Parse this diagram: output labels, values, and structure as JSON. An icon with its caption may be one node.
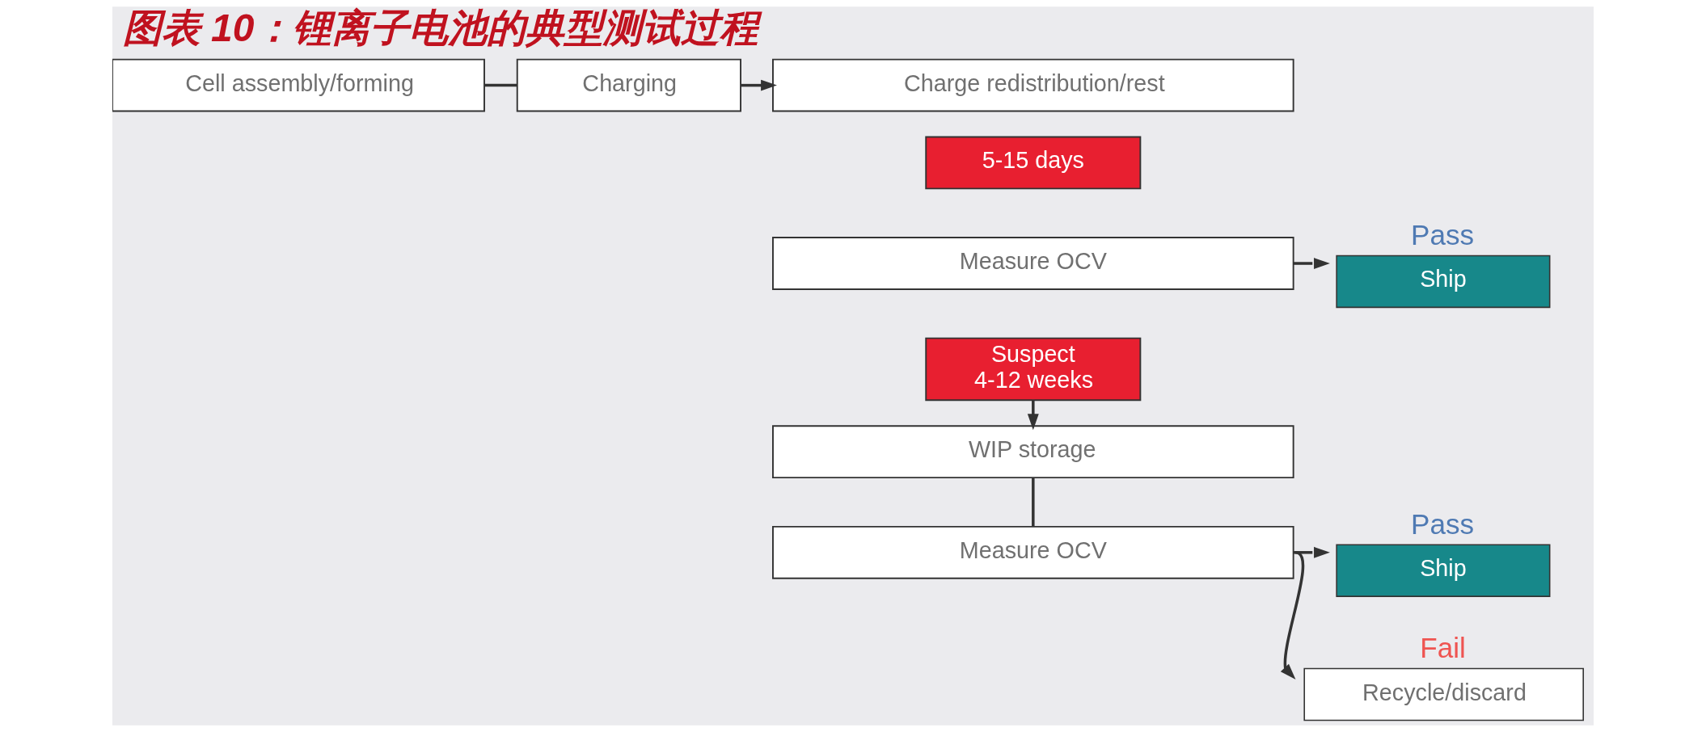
{
  "diagram": {
    "title": "图表 10：锂离子电池的典型测试过程",
    "nodes": [
      {
        "text": [
          "Cell assembly/forming"
        ]
      },
      {
        "text": [
          "Charging"
        ]
      },
      {
        "text": [
          "Charge redistribution/rest"
        ]
      },
      {
        "text": [
          "5-15 days"
        ]
      },
      {
        "text": [
          "Measure OCV"
        ]
      },
      {
        "text": [
          "Ship"
        ],
        "beside": [
          "Pass"
        ]
      },
      {
        "text": [
          "Suspect 4-12 weeks"
        ]
      },
      {
        "text": [
          "WIP storage"
        ]
      },
      {
        "text": [
          "Measure OCV"
        ]
      },
      {
        "text": [
          "Ship"
        ],
        "beside": [
          "Pass"
        ]
      },
      {
        "text": [
          "Recycle/discard"
        ],
        "beside": [
          "Fail"
        ]
      }
    ],
    "edges": [
      {
        "from": 0,
        "to": 1,
        "arrow": "none"
      },
      {
        "from": 1,
        "to": 2,
        "arrow": "to"
      },
      {
        "from": 4,
        "to": 5,
        "arrow": "to"
      },
      {
        "from": 6,
        "to": 7,
        "arrow": "to"
      },
      {
        "from": 7,
        "to": 8,
        "arrow": "none"
      },
      {
        "from": 8,
        "to": 9,
        "arrow": "to"
      },
      {
        "from": 8,
        "to": 10,
        "arrow": "to"
      }
    ]
  }
}
